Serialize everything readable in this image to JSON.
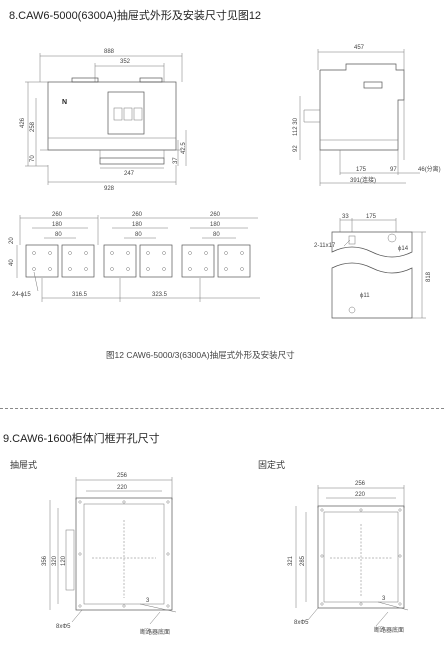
{
  "section8": {
    "title": "8.CAW6-5000(6300A)抽屉式外形及安装尺寸见图12",
    "caption": "图12  CAW6-5000/3(6300A)抽屉式外形及安装尺寸",
    "front": {
      "d888": "888",
      "d352": "352",
      "d426": "426",
      "d258": "258",
      "d70": "70",
      "d247": "247",
      "d928": "928",
      "d37": "37",
      "d42_5": "42.5",
      "label_n": "N"
    },
    "side": {
      "d457": "457",
      "d112_30": "112  30",
      "d92": "92",
      "d175": "175",
      "d97": "97",
      "d391": "391",
      "note391": "(连接)",
      "d46": "46",
      "note46": "(分离)"
    },
    "plates": {
      "d260": "260",
      "d180": "180",
      "d80": "80",
      "d20": "20",
      "d40": "40",
      "holes": "24-ϕ15",
      "d316_5": "316.5",
      "d323_5": "323.5"
    },
    "mount": {
      "d33": "33",
      "d175": "175",
      "d2_11x17": "2-11x17",
      "phi14": "ϕ14",
      "d818": "818",
      "phi11": "ϕ11"
    }
  },
  "section9": {
    "title": "9.CAW6-1600柜体门框开孔尺寸",
    "left": {
      "label": "抽屉式",
      "d256": "256",
      "d220": "220",
      "d356": "356",
      "d320": "320",
      "d120": "120",
      "d3": "3",
      "holes": "8xΦ5",
      "note": "断路器底面"
    },
    "right": {
      "label": "固定式",
      "d256": "256",
      "d220": "220",
      "d321": "321",
      "d285": "285",
      "d3": "3",
      "holes": "8xΦ5",
      "note": "断路器底面"
    }
  }
}
